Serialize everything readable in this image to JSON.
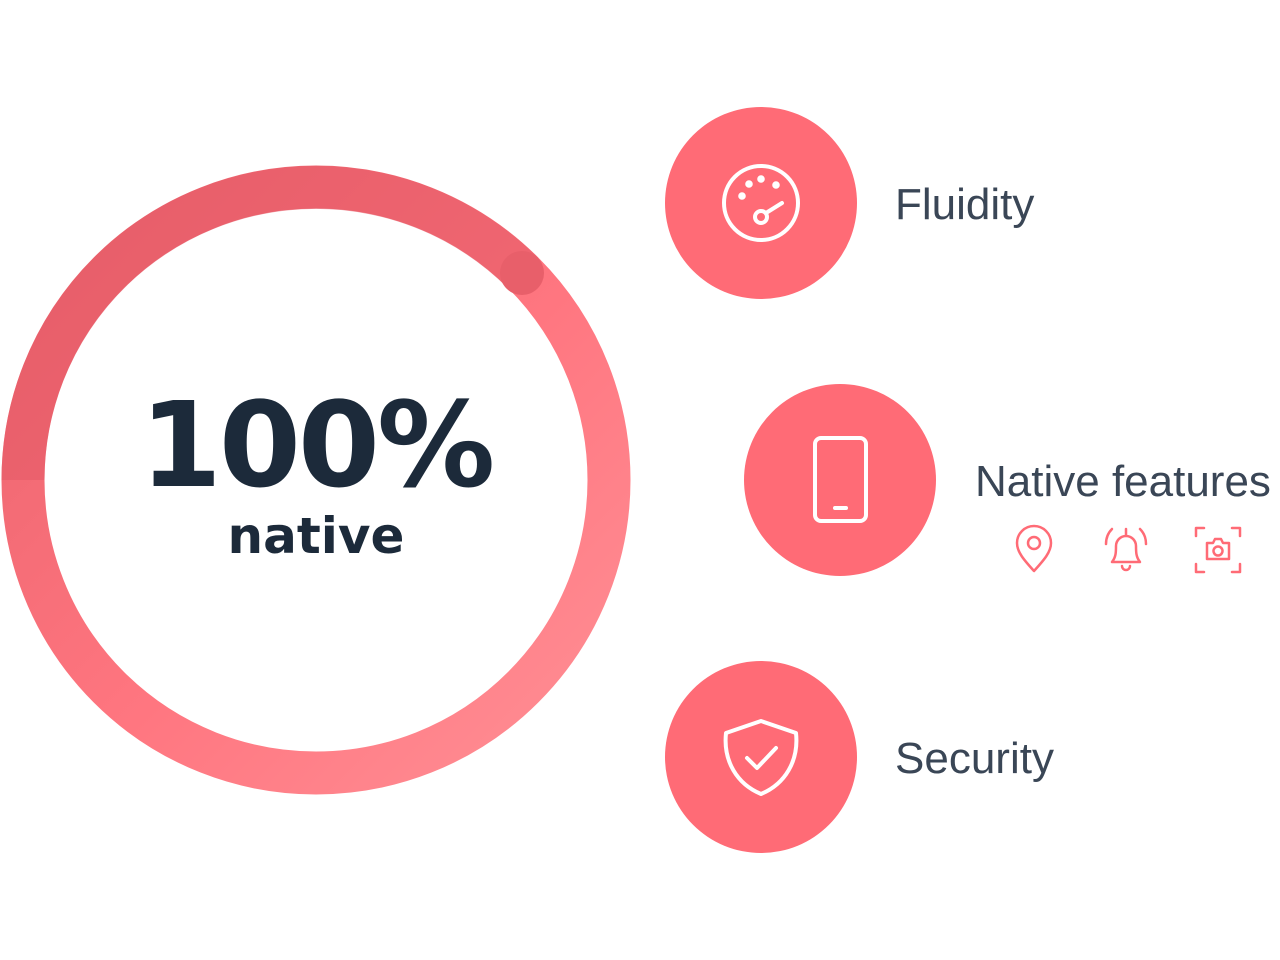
{
  "colors": {
    "accent": "#ff6b76",
    "ring_dark": "#e35a66",
    "ring_light": "#ff8f95",
    "text_dark": "#1c2a3a",
    "text_label": "#3a4656"
  },
  "progress": {
    "value_text": "100%",
    "caption": "native",
    "fraction": 1.0
  },
  "features": [
    {
      "label": "Fluidity",
      "icon": "speedometer-icon"
    },
    {
      "label": "Native features",
      "icon": "smartphone-icon",
      "sub_icons": [
        "location-pin-icon",
        "notification-bell-icon",
        "camera-scan-icon"
      ]
    },
    {
      "label": "Security",
      "icon": "shield-check-icon"
    }
  ]
}
